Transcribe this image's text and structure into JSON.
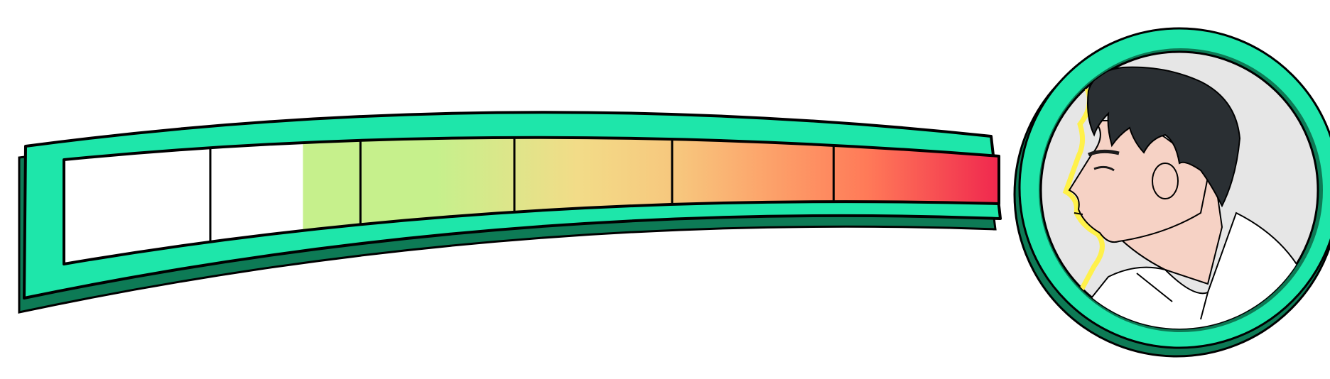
{
  "gauge": {
    "fill_fraction": 0.27,
    "segment_count": 6,
    "filled_color": "#ffffff",
    "gradient_colors": [
      "#c6f08c",
      "#f2dc88",
      "#f7c67d",
      "#ff8f5f",
      "#f54a4a",
      "#f0284e"
    ],
    "frame_color": "#1ee6aa",
    "frame_shadow_color": "#0d7a55",
    "outline_color": "#000000"
  },
  "portrait": {
    "icon": "character-portrait",
    "ring_color": "#1ee6aa",
    "ring_shadow_color": "#0d7a55",
    "background_color": "#e6e6e6",
    "glow_color": "#fff14a",
    "hair_color": "#2a2f33",
    "skin_color": "#f6d2c5",
    "shirt_color": "#ffffff"
  }
}
